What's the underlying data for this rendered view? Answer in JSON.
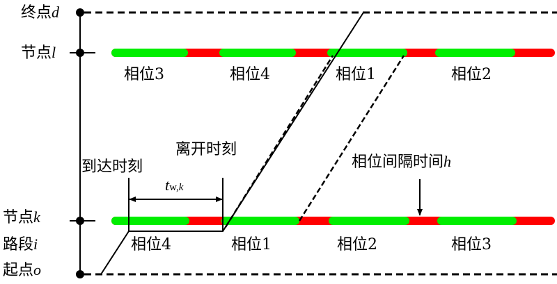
{
  "axis_labels": {
    "end": {
      "text": "终点",
      "var": "d"
    },
    "node_l": {
      "text": "节点",
      "var": "l"
    },
    "node_k": {
      "text": "节点",
      "var": "k"
    },
    "segment": {
      "text": "路段",
      "var": "i"
    },
    "start": {
      "text": "起点",
      "var": "o"
    }
  },
  "top_phases": [
    "相位3",
    "相位4",
    "相位1",
    "相位2"
  ],
  "bottom_phases": [
    "相位4",
    "相位1",
    "相位2",
    "相位3"
  ],
  "annotations": {
    "arrival": "到达时刻",
    "departure": "离开时刻",
    "interval": {
      "text": "相位间隔时间",
      "var": "h"
    },
    "wait": {
      "t": "t",
      "sub": "w,",
      "sub_var": "k"
    }
  },
  "colors": {
    "green": "#00ee00",
    "red": "#ff0000",
    "line": "#000000"
  }
}
